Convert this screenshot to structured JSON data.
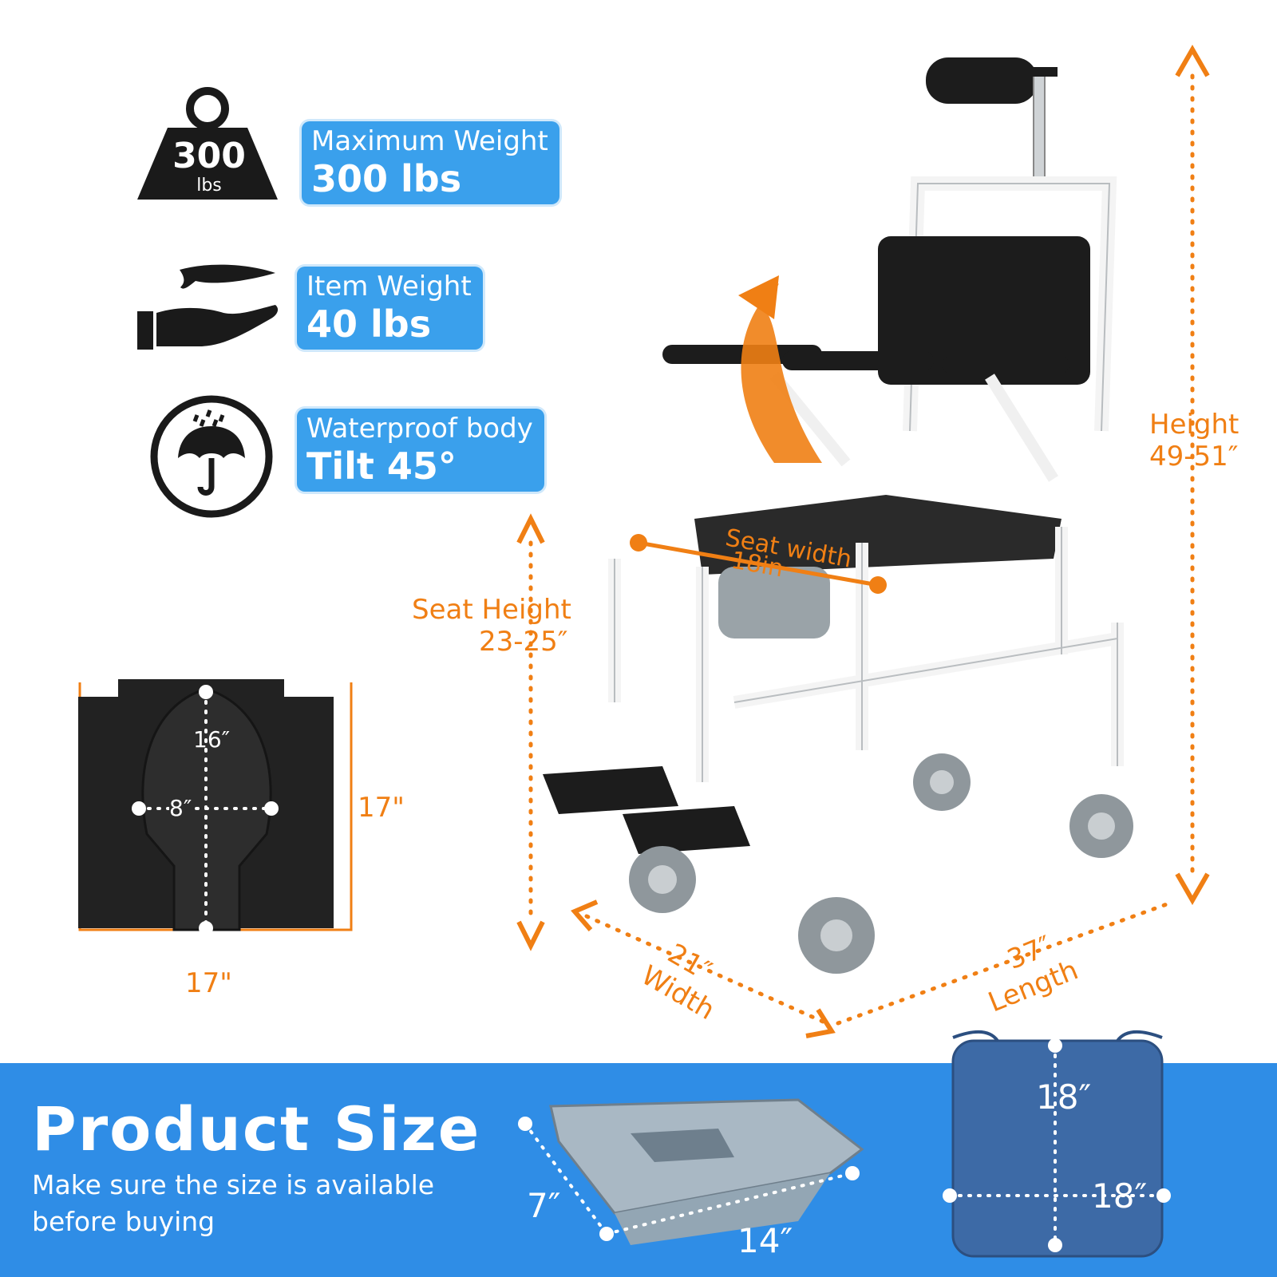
{
  "features": [
    {
      "icon": "weight-icon",
      "icon_number": "300",
      "icon_unit": "lbs",
      "label": "Maximum Weight",
      "value": "300 lbs"
    },
    {
      "icon": "feather-hand-icon",
      "label": "Item Weight",
      "value": "40 lbs"
    },
    {
      "icon": "umbrella-icon",
      "label": "Waterproof body",
      "value": "Tilt 45°"
    }
  ],
  "dimensions": {
    "height": {
      "label": "Height",
      "value": "49-51″"
    },
    "seat_height": {
      "label": "Seat Height",
      "value": "23-25″"
    },
    "seat_width": {
      "label": "Seat width",
      "value": "18in"
    },
    "width": {
      "value": "21″",
      "label": "Width"
    },
    "length": {
      "value": "37″",
      "label": "Length"
    }
  },
  "seat_panel": {
    "opening_length": "16″",
    "opening_width": "8″",
    "side": "17\"",
    "bottom": "17\""
  },
  "bucket": {
    "depth": "7″",
    "length": "14″"
  },
  "cushion": {
    "height": "18″",
    "width": "18″"
  },
  "banner": {
    "title": "Product Size",
    "subtitle": "Make sure the size is available before buying"
  },
  "colors": {
    "accent_orange": "#f07f14",
    "accent_blue": "#2f8de6"
  }
}
